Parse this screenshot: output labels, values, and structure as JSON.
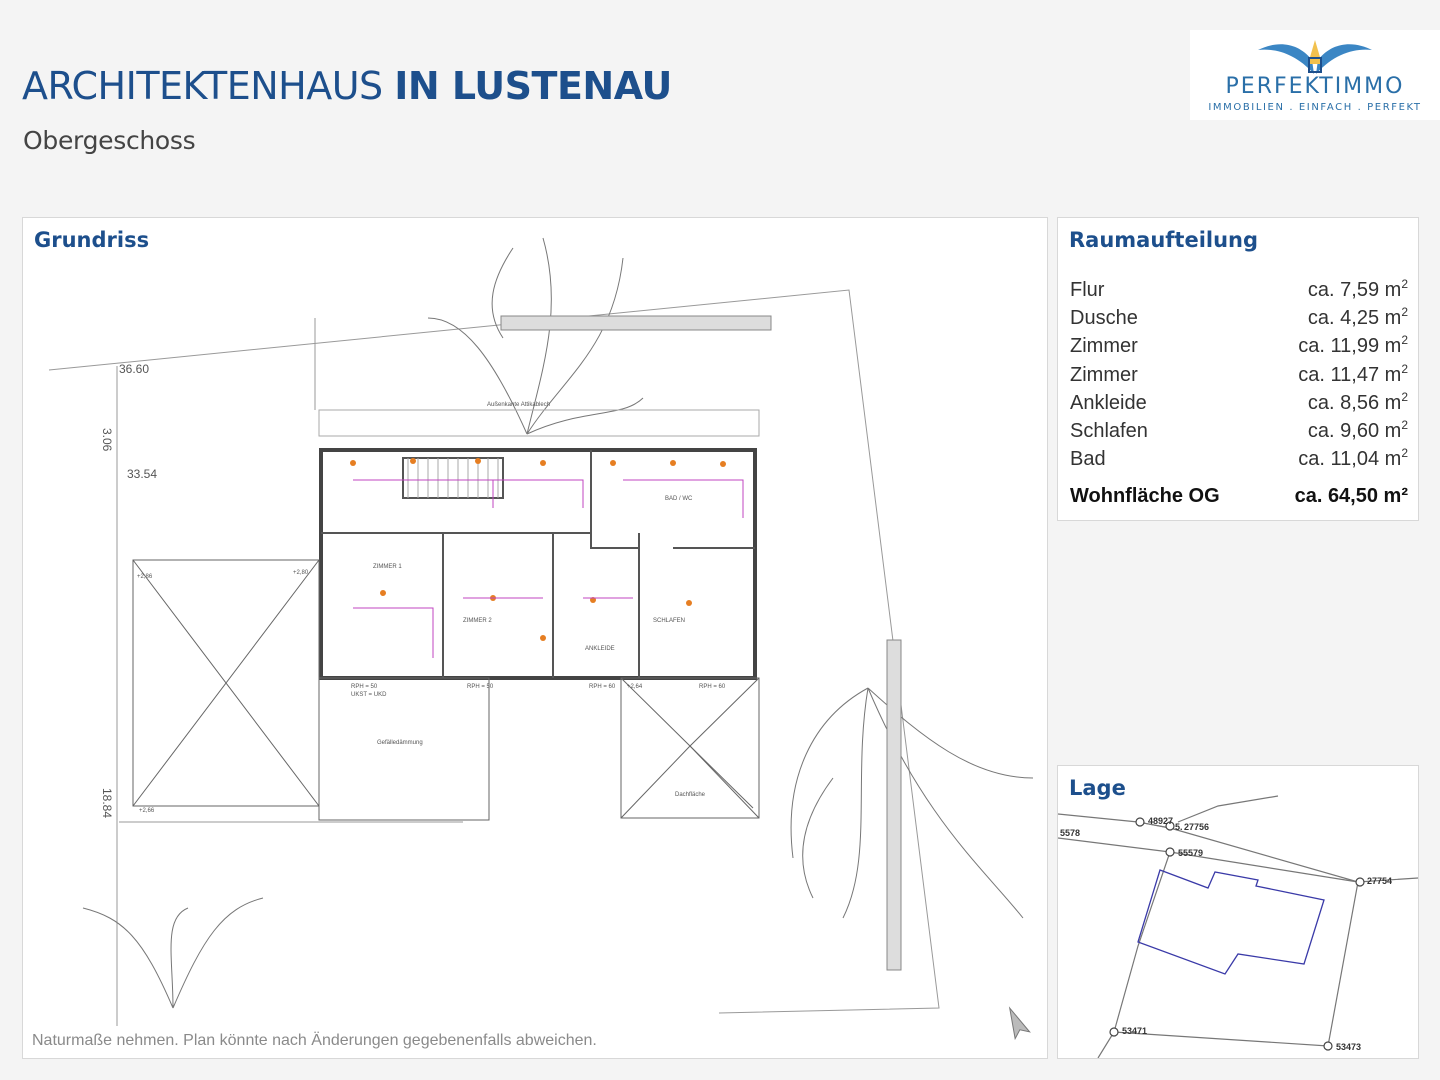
{
  "header": {
    "title_regular": "ARCHITEKTENHAUS",
    "title_bold": "IN LUSTENAU",
    "subtitle": "Obergeschoss"
  },
  "logo": {
    "brand": "PERFEKTIMMO",
    "tagline": "IMMOBILIEN . EINFACH . PERFEKT",
    "accent_color": "#2a6fa8"
  },
  "grundriss": {
    "heading": "Grundriss",
    "note": "Naturmaße nehmen. Plan könnte nach Änderungen gegebenenfalls abweichen.",
    "plan_labels": {
      "dim_1": "36.60",
      "dim_2": "3.06",
      "dim_3": "33.54",
      "dim_4": "18.84",
      "kante": "Außenkante Attikablech",
      "zimmer_1": "ZIMMER 1",
      "zimmer_2": "ZIMMER 2",
      "ankleide": "ANKLEIDE",
      "schlafen": "SCHLAFEN",
      "bad": "BAD / WC",
      "gefaelle": "Gefälledämmung",
      "dachflaeche": "Dachfläche",
      "rph_1": "RPH = 50",
      "rph_2": "RPH = 50",
      "rph_3": "RPH = 60",
      "rph_4": "RPH = 60",
      "ukst": "UKST = UKD",
      "kote_1": "+2,86",
      "kote_2": "+2,80",
      "kote_3": "+2,64",
      "kote_4": "+2,66"
    }
  },
  "raumaufteilung": {
    "heading": "Raumaufteilung",
    "unit_base": "m",
    "unit_exp": "2",
    "rooms": [
      {
        "name": "Flur",
        "area": "ca. 7,59"
      },
      {
        "name": "Dusche",
        "area": "ca. 4,25"
      },
      {
        "name": "Zimmer",
        "area": "ca. 11,99"
      },
      {
        "name": "Zimmer",
        "area": "ca. 11,47"
      },
      {
        "name": "Ankleide",
        "area": "ca. 8,56"
      },
      {
        "name": "Schlafen",
        "area": "ca. 9,60"
      },
      {
        "name": "Bad",
        "area": "ca. 11,04"
      }
    ],
    "total": {
      "name": "Wohnfläche OG",
      "area": "ca. 64,50 m²"
    }
  },
  "lage": {
    "heading": "Lage",
    "parcels": [
      "5578",
      "48927",
      "5.",
      "27756",
      "55579",
      "27754",
      "53471",
      "53473"
    ]
  }
}
